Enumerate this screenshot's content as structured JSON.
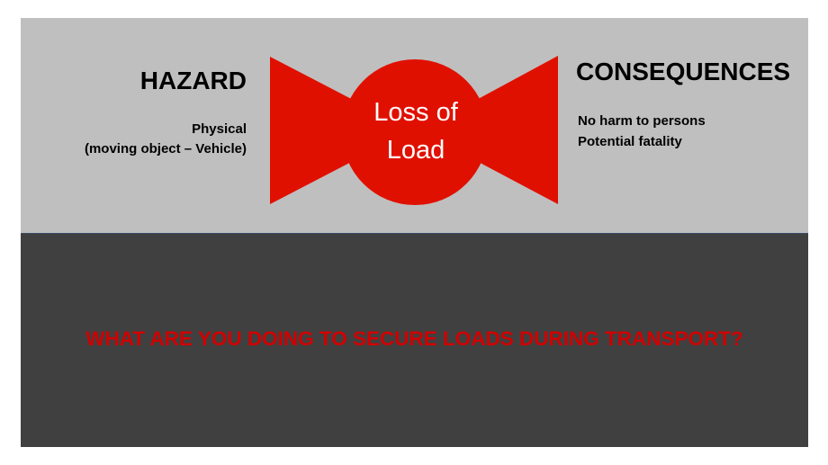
{
  "hazard": {
    "title": "HAZARD",
    "detail_lines": [
      "Physical",
      "(moving object – Vehicle)"
    ]
  },
  "event": {
    "lines": [
      "Loss of",
      "Load"
    ]
  },
  "consequences": {
    "title": "CONSEQUENCES",
    "items": [
      "No harm to persons",
      "Potential fatality"
    ]
  },
  "question": "WHAT ARE YOU DOING TO SECURE LOADS DURING TRANSPORT?",
  "colors": {
    "bowtie": "#e01000",
    "top_panel": "#bfbfbf",
    "bottom_panel": "#404040",
    "question_text": "#d00000"
  }
}
